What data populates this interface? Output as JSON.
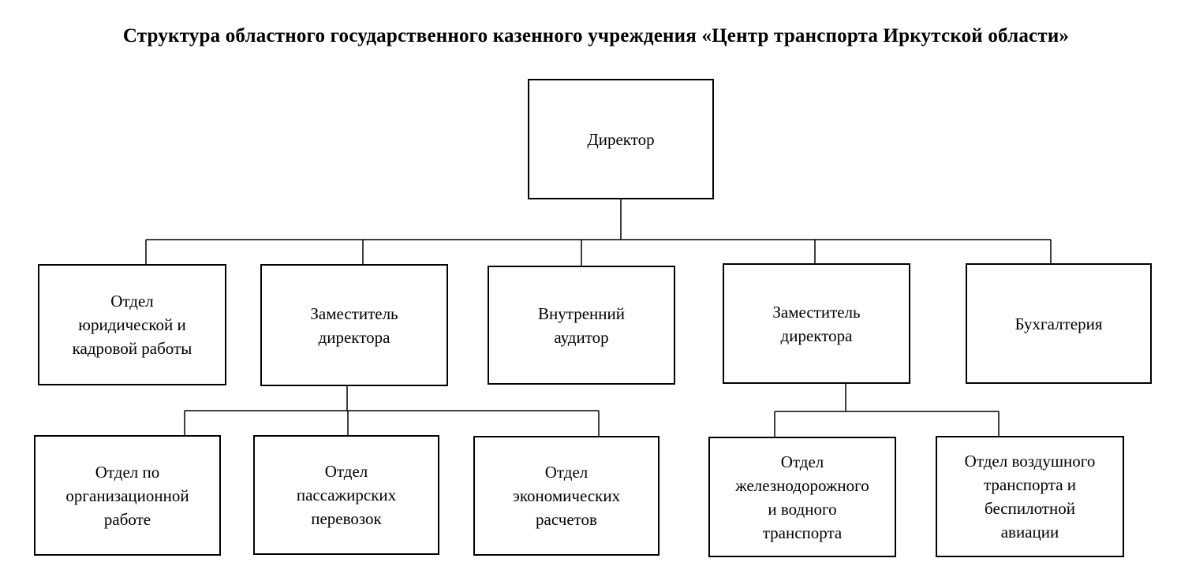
{
  "title": "Структура областного государственного казенного учреждения «Центр транспорта Иркутской области»",
  "diagram_type": "org-chart",
  "nodes": [
    {
      "id": "director",
      "label": "Директор",
      "text": "Директор",
      "parent": null
    },
    {
      "id": "legal",
      "label": "Отдел\nюридической и\nкадровой работы",
      "text": "Отдел юридической и кадровой работы",
      "parent": "director"
    },
    {
      "id": "deputy1",
      "label": "Заместитель\nдиректора",
      "text": "Заместитель директора",
      "parent": "director"
    },
    {
      "id": "auditor",
      "label": "Внутренний\nаудитор",
      "text": "Внутренний аудитор",
      "parent": "director"
    },
    {
      "id": "deputy2",
      "label": "Заместитель\nдиректора",
      "text": "Заместитель директора",
      "parent": "director"
    },
    {
      "id": "accounting",
      "label": "Бухгалтерия",
      "text": "Бухгалтерия",
      "parent": "director"
    },
    {
      "id": "org-work",
      "label": "Отдел по\nорганизационной\nработе",
      "text": "Отдел по организационной работе",
      "parent": "deputy1"
    },
    {
      "id": "passenger",
      "label": "Отдел\nпассажирских\nперевозок",
      "text": "Отдел пассажирских перевозок",
      "parent": "deputy1"
    },
    {
      "id": "economic",
      "label": "Отдел\nэкономических\nрасчетов",
      "text": "Отдел экономических расчетов",
      "parent": "deputy1"
    },
    {
      "id": "railway",
      "label": "Отдел\nжелезнодорожного\nи водного\nтранспорта",
      "text": "Отдел железнодорожного и водного транспорта",
      "parent": "deputy2"
    },
    {
      "id": "aviation",
      "label": "Отдел воздушного\nтранспорта и\nбеспилотной\nавиации",
      "text": "Отдел воздушного транспорта и беспилотной авиации",
      "parent": "deputy2"
    }
  ],
  "colors": {
    "background": "#ffffff",
    "line": "#000000",
    "text": "#000000",
    "box_fill": "#ffffff",
    "box_border": "#000000"
  }
}
